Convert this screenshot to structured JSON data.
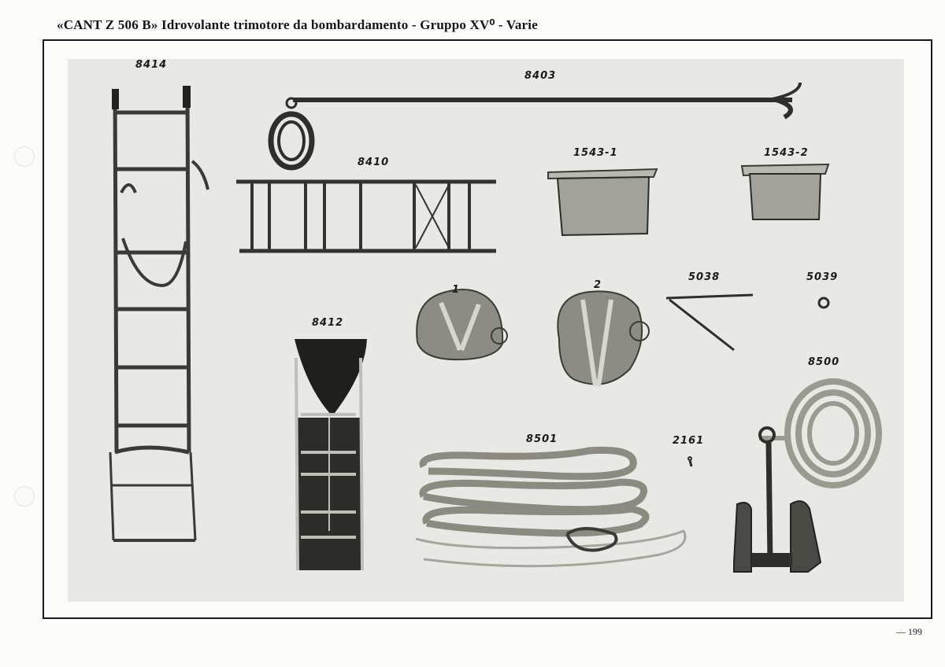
{
  "header": {
    "title": "«CANT Z 506 B» Idrovolante trimotore da bombardamento - Gruppo XV⁰ - Varie"
  },
  "page": {
    "number": "— 199"
  },
  "items": {
    "ladder_8414": "8414",
    "boathook_8403": "8403",
    "ladder_8410": "8410",
    "pad_1543_1": "1543-1",
    "pad_1543_2": "1543-2",
    "bag_1": "1",
    "bag_2": "2",
    "rod_5038": "5038",
    "clip_5039": "5039",
    "ladder_8412": "8412",
    "coil_8500": "8500",
    "rope_8501": "8501",
    "pin_2161": "2161"
  },
  "colors": {
    "photo_bg": "#e8e8e5",
    "metal": "#3a3a36",
    "canvas": "#8c8c84",
    "rope": "#9a9a90"
  }
}
